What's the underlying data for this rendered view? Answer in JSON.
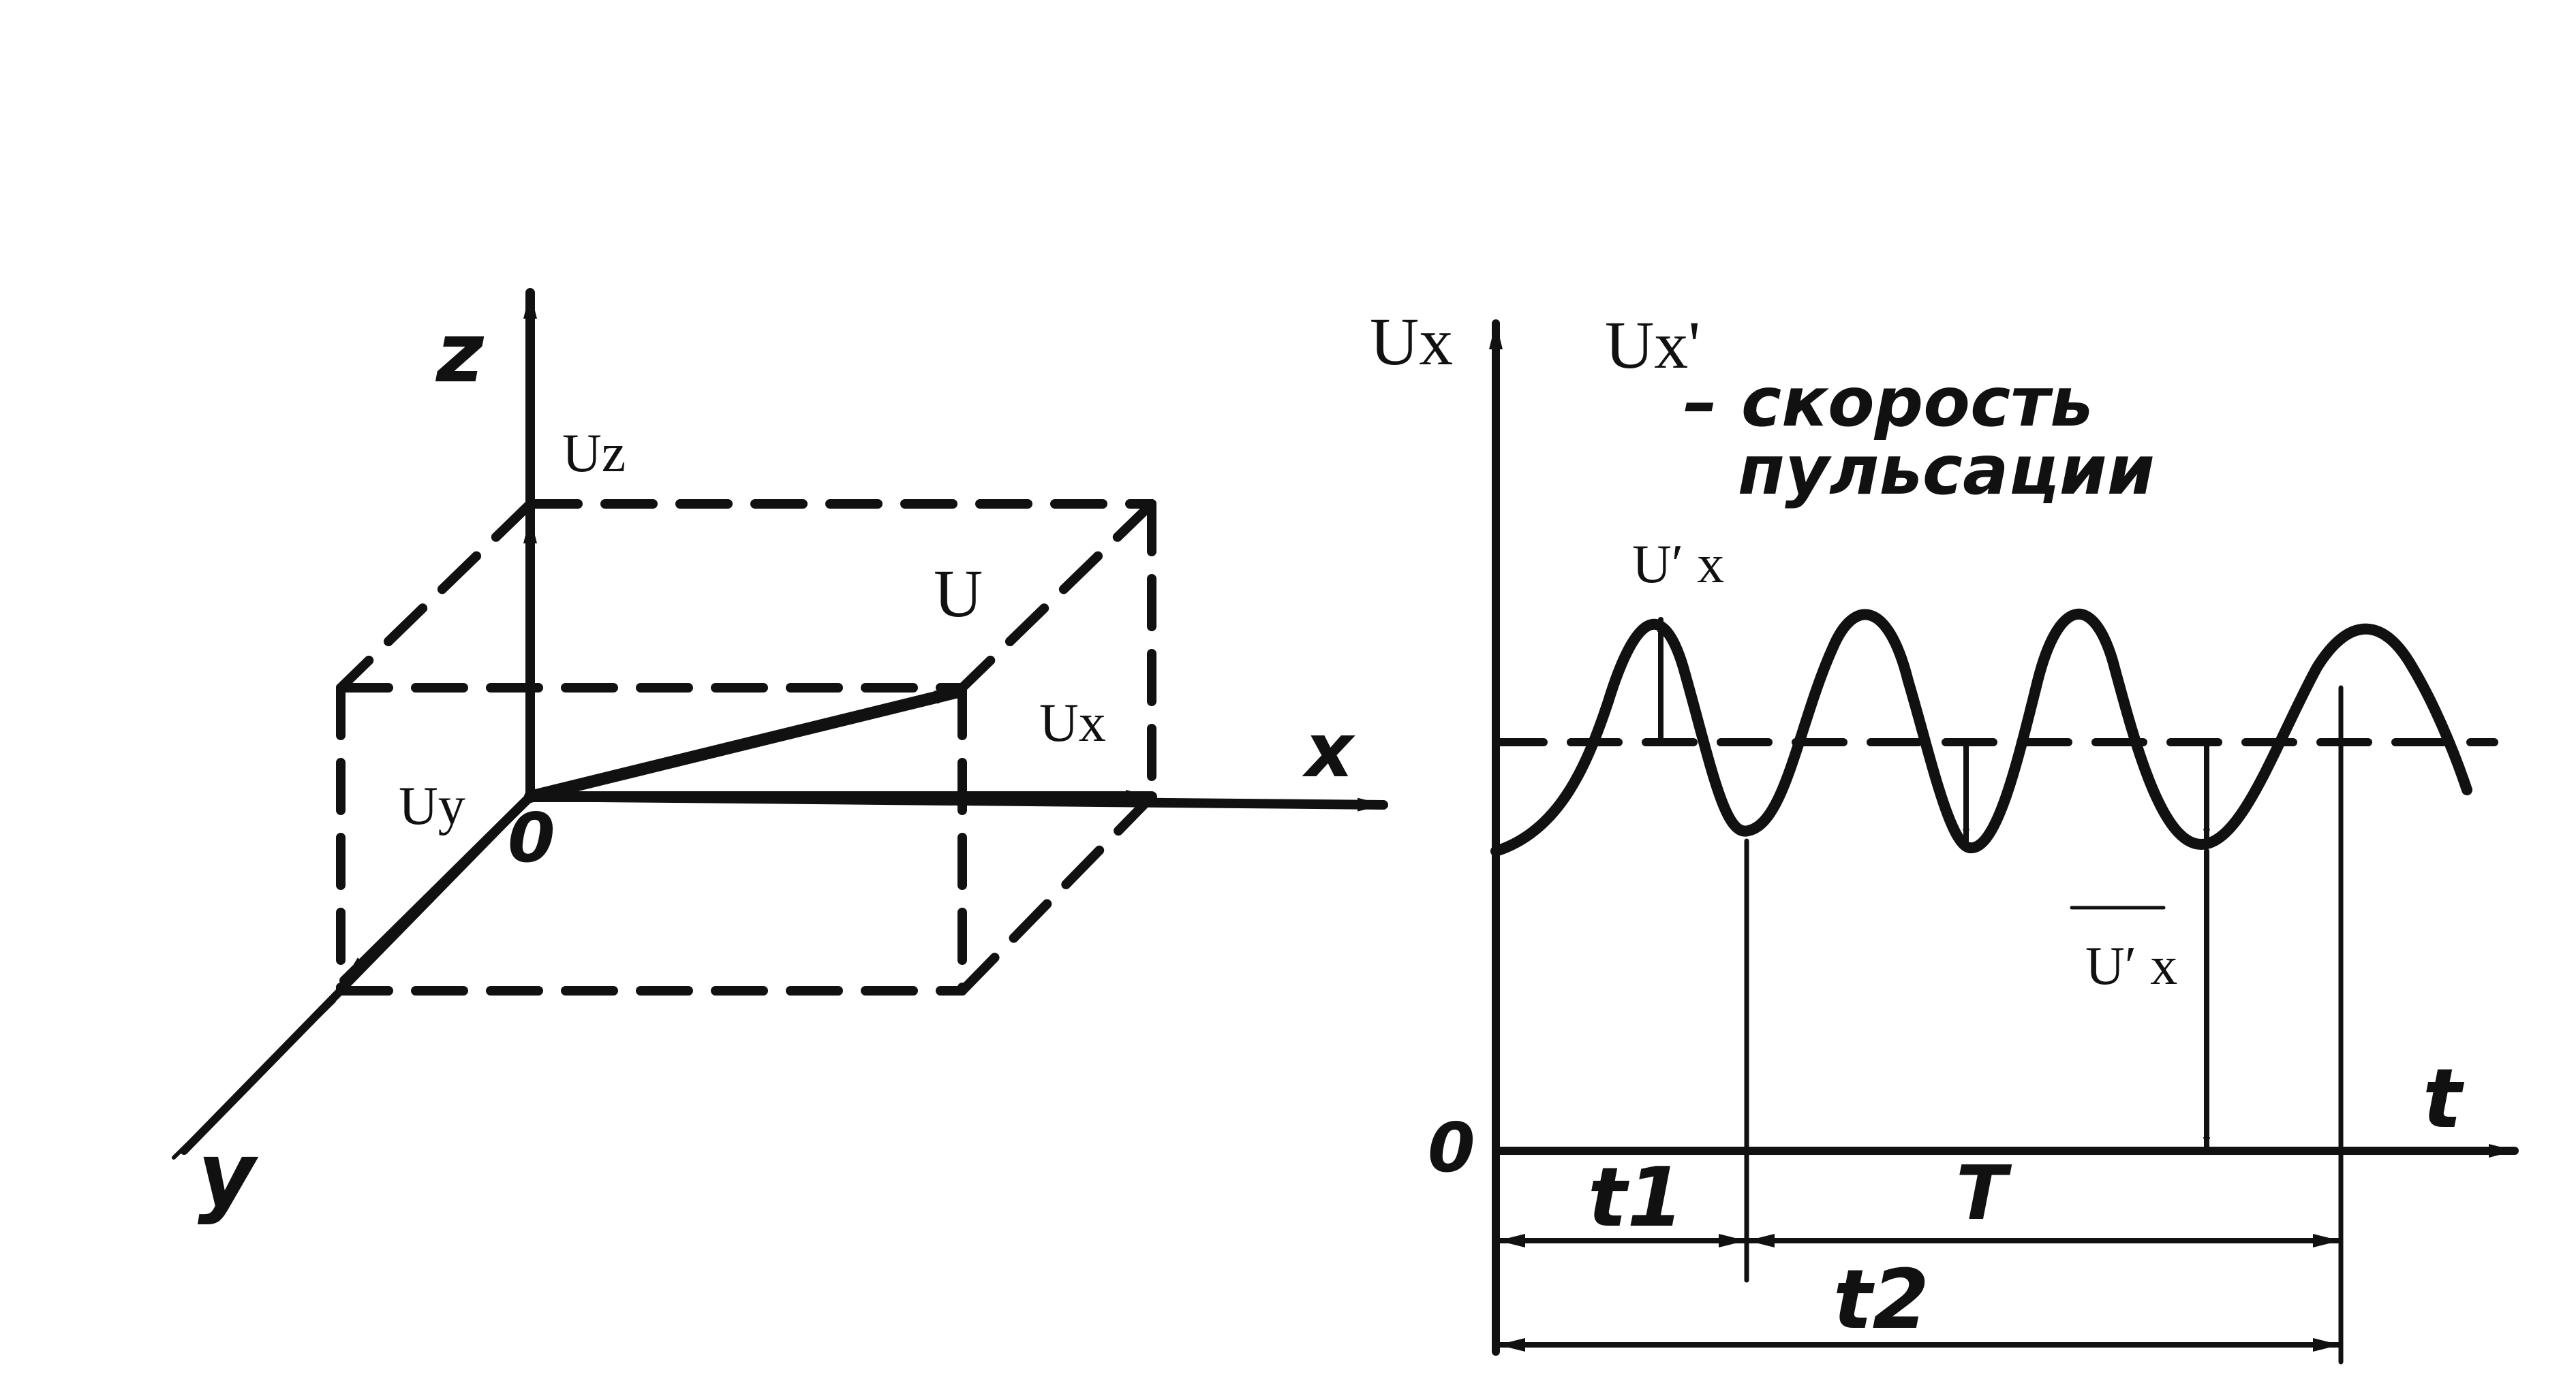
{
  "colors": {
    "ink": "#111111",
    "background": "#ffffff"
  },
  "left_diagram": {
    "axis_z": "z",
    "axis_x": "x",
    "axis_y": "y",
    "origin": "0",
    "label_uz": "Uz",
    "label_u": "U",
    "label_ux": "Ux",
    "label_uy": "Uy"
  },
  "right_diagram": {
    "axis_ux": "Ux",
    "legend_symbol": "Ux'",
    "legend_text_line1": "– скорость",
    "legend_text_line2": "пульсации",
    "label_ux_prime_top": "U′ x",
    "label_ux_prime_bar": "U′ x",
    "axis_t": "t",
    "origin": "0",
    "label_t1": "t1",
    "label_T": "T",
    "label_t2": "t2"
  }
}
